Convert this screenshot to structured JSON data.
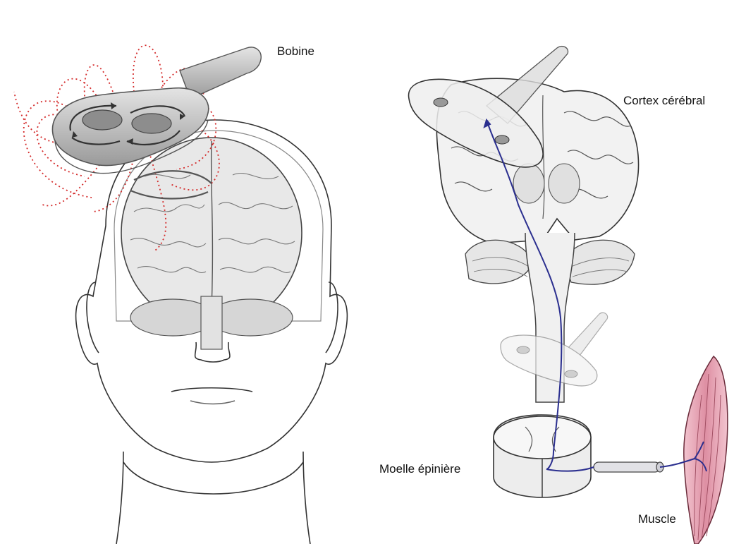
{
  "labels": {
    "coil": "Bobine",
    "cortex": "Cortex cérébral",
    "spinal_cord": "Moelle épinière",
    "muscle": "Muscle"
  },
  "colors": {
    "field_lines": "#d42a2a",
    "nerve_pathway": "#2b2f8f",
    "muscle": "#e3a0b0",
    "coil_body": "#c8c8c8",
    "line_art": "#333333"
  }
}
